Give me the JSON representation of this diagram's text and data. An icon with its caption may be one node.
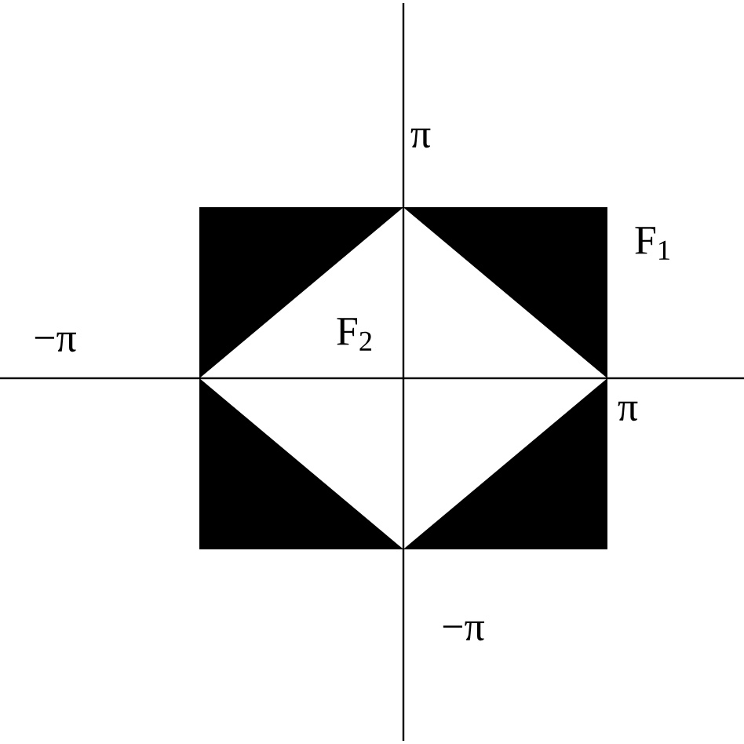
{
  "diagram": {
    "nodes": [
      {
        "text": [],
        "shape": "box",
        "beside": [
          "F$_{1}$"
        ]
      },
      {
        "text": [
          "F$_{2}$"
        ],
        "in": 0
      }
    ],
    "labels": [
      "π",
      "−π",
      "π",
      "−π"
    ]
  }
}
